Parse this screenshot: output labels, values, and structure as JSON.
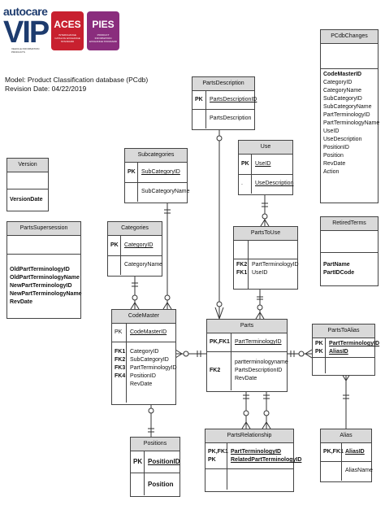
{
  "logos": {
    "autocare": "autocare",
    "vip": "VIP",
    "vip_sub": "VEHICLE INFORMATION PRODUCTS",
    "aces": "ACES",
    "aces_sub": "INTERCHANGE CATALOG EXCHANGE STANDARD",
    "pies": "PIES",
    "pies_sub": "PRODUCT INFORMATION EXCHANGE STANDARD"
  },
  "header": {
    "model": "Model: Product Classification database (PCdb)",
    "revision": "Revision Date: 04/22/2019"
  },
  "colors": {
    "aces": "#c8202f",
    "pies": "#8a2d7d",
    "vip": "#1d3b6e",
    "header_fill": "#d9d9d9"
  },
  "entities": {
    "pcdbchanges": {
      "title": "PCdbChanges",
      "fields": [
        "CodeMasterID",
        "CategoryID",
        "CategoryName",
        "SubCategoryID",
        "SubCategoryName",
        "PartTerminologyID",
        "PartTerminologyName",
        "UseID",
        "UseDescription",
        "PositionID",
        "Position",
        "RevDate",
        "Action"
      ]
    },
    "partsdescription": {
      "title": "PartsDescription",
      "pk": "PK",
      "pk_field": "PartsDescriptionID",
      "field": "PartsDescription"
    },
    "use": {
      "title": "Use",
      "pk": "PK",
      "pk_field": "UseID",
      "dot": ".",
      "field": "UseDescription"
    },
    "subcategories": {
      "title": "Subcategories",
      "pk": "PK",
      "pk_field": "SubCategoryID",
      "field": "SubCategoryName"
    },
    "version": {
      "title": "Version",
      "field": "VersionDate"
    },
    "retiredterms": {
      "title": "RetiredTerms",
      "fields": [
        "PartName",
        "PartIDCode"
      ]
    },
    "partssupersession": {
      "title": "PartsSupersession",
      "fields": [
        "OldPartTerminologyID",
        "OldPartTerminologyName",
        "NewPartTerminologyID",
        "NewPartTerminologyName",
        "RevDate"
      ]
    },
    "categories": {
      "title": "Categories",
      "pk": "PK",
      "pk_field": "CategoryID",
      "field": "CategoryName"
    },
    "partstouse": {
      "title": "PartsToUse",
      "keys": [
        "FK2",
        "FK1"
      ],
      "fields": [
        "PartTerminologyID",
        "UseID"
      ]
    },
    "codemaster": {
      "title": "CodeMaster",
      "pk": "PK",
      "pk_field": "CodeMasterID",
      "keys": [
        "FK1",
        "FK2",
        "FK3",
        "FK4"
      ],
      "fields": [
        "CategoryID",
        "SubCategoryID",
        "PartTerminologyID",
        "PositionID",
        "RevDate"
      ]
    },
    "parts": {
      "title": "Parts",
      "pk": "PK,FK1",
      "pk_field": "PartTerminologyID",
      "key2": "FK2",
      "fields": [
        "partterminologyname",
        "PartsDescriptionID",
        "RevDate"
      ]
    },
    "partstoalias": {
      "title": "PartsToAlias",
      "keys": [
        "PK",
        "PK"
      ],
      "fields": [
        "PartTerminologyID",
        "AliasID"
      ]
    },
    "positions": {
      "title": "Positions",
      "pk": "PK",
      "pk_field": "PositionID",
      "field": "Position"
    },
    "partsrelationship": {
      "title": "PartsRelationship",
      "keys": [
        "PK,FK1",
        "PK"
      ],
      "fields": [
        "PartTerminologyID",
        "RelatedPartTerminologyID"
      ]
    },
    "alias": {
      "title": "Alias",
      "pk": "PK,FK1",
      "pk_field": "AliasID",
      "field": "AliasName"
    }
  }
}
